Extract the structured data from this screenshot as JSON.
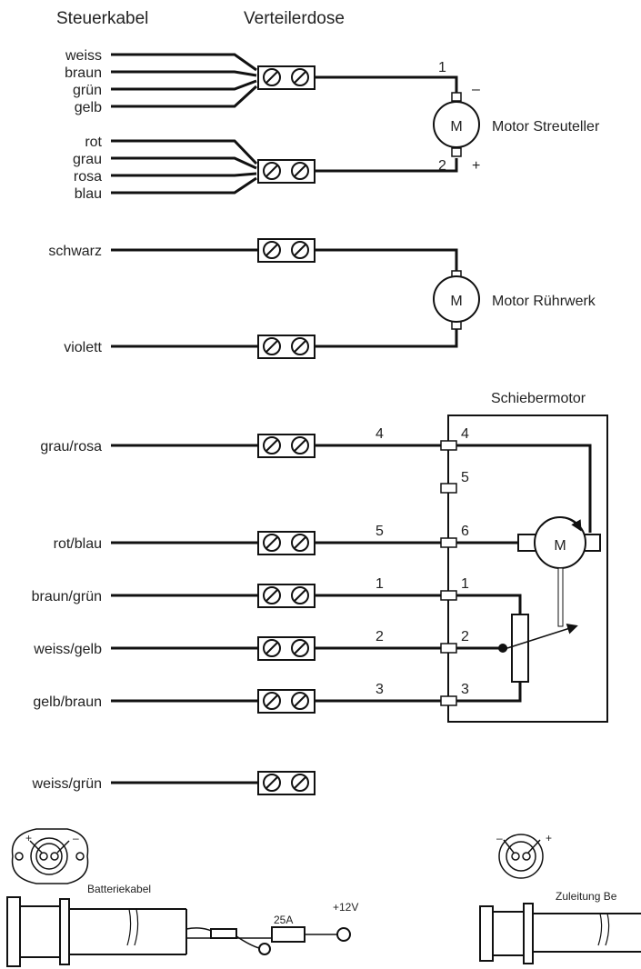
{
  "headers": {
    "control_cable": "Steuerkabel",
    "junction_box": "Verteilerdose"
  },
  "wires": {
    "weiss": "weiss",
    "braun": "braun",
    "gruen": "grün",
    "gelb": "gelb",
    "rot": "rot",
    "grau": "grau",
    "rosa": "rosa",
    "blau": "blau",
    "schwarz": "schwarz",
    "violett": "violett",
    "grau_rosa": "grau/rosa",
    "rot_blau": "rot/blau",
    "braun_gruen": "braun/grün",
    "weiss_gelb": "weiss/gelb",
    "gelb_braun": "gelb/braun",
    "weiss_gruen": "weiss/grün"
  },
  "motors": {
    "spreader": {
      "label": "Motor Streuteller",
      "symbol": "M",
      "pin1": "1",
      "pin2": "2",
      "minus": "–",
      "plus": "+"
    },
    "agitator": {
      "label": "Motor Rührwerk",
      "symbol": "M"
    },
    "slider": {
      "label": "Schiebermotor",
      "symbol": "M"
    }
  },
  "slider_wire_numbers": [
    "4",
    "5",
    "1",
    "2",
    "3"
  ],
  "slider_pin_numbers": [
    "4",
    "5",
    "6",
    "1",
    "2",
    "3"
  ],
  "battery": {
    "cable_label": "Batteriekabel",
    "fuse_label": "25A",
    "voltage_label": "+12V",
    "plug_plus": "+",
    "plug_minus": "–"
  },
  "supply": {
    "cable_label": "Zuleitung Be",
    "plug_plus": "+",
    "plug_minus": "–"
  }
}
